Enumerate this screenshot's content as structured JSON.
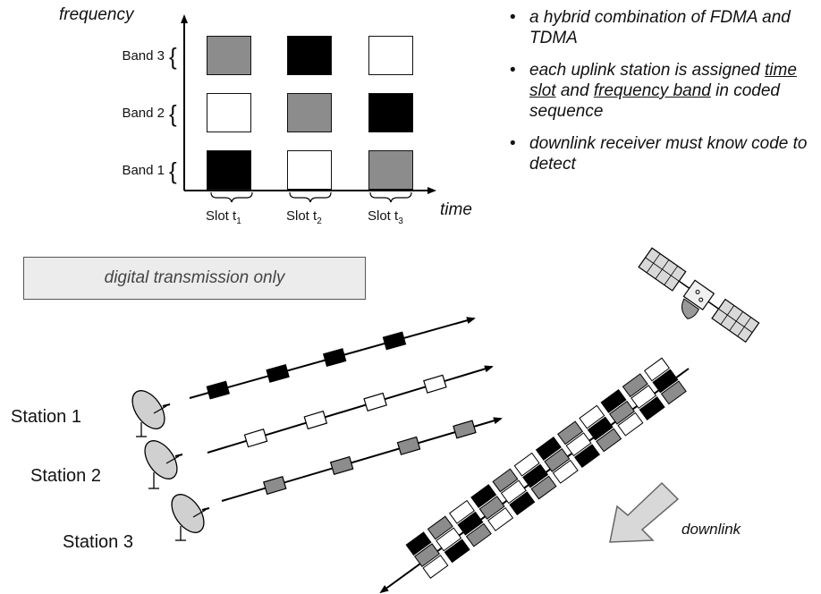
{
  "axes": {
    "y_label": "frequency",
    "x_label": "time"
  },
  "bands": [
    "Band 3",
    "Band 2",
    "Band 1"
  ],
  "slots": [
    {
      "prefix": "Slot t",
      "sub": "1"
    },
    {
      "prefix": "Slot t",
      "sub": "2"
    },
    {
      "prefix": "Slot t",
      "sub": "3"
    }
  ],
  "grid_fills": [
    [
      "gray",
      "black",
      "white"
    ],
    [
      "white",
      "gray",
      "black"
    ],
    [
      "black",
      "white",
      "gray"
    ]
  ],
  "colors": {
    "black": "#000000",
    "gray": "#8c8c8c",
    "white": "#ffffff"
  },
  "bullets": [
    {
      "parts": [
        {
          "text": "a hybrid combination of FDMA and TDMA",
          "u": false
        }
      ]
    },
    {
      "parts": [
        {
          "text": "each uplink station is assigned ",
          "u": false
        },
        {
          "text": "time slot",
          "u": true
        },
        {
          "text": " and ",
          "u": false
        },
        {
          "text": "frequency band",
          "u": true
        },
        {
          "text": " in coded sequence",
          "u": false
        }
      ]
    },
    {
      "parts": [
        {
          "text": "downlink receiver must know code to detect",
          "u": false
        }
      ]
    }
  ],
  "banner": "digital transmission only",
  "stations": [
    "Station 1",
    "Station 2",
    "Station 3"
  ],
  "uplink_packets": [
    [
      "black",
      "black",
      "black",
      "black"
    ],
    [
      "white",
      "white",
      "white",
      "white"
    ],
    [
      "gray",
      "gray",
      "gray",
      "gray"
    ]
  ],
  "downlink_label": "downlink",
  "downlink_pattern": [
    "gray",
    "black",
    "white"
  ]
}
